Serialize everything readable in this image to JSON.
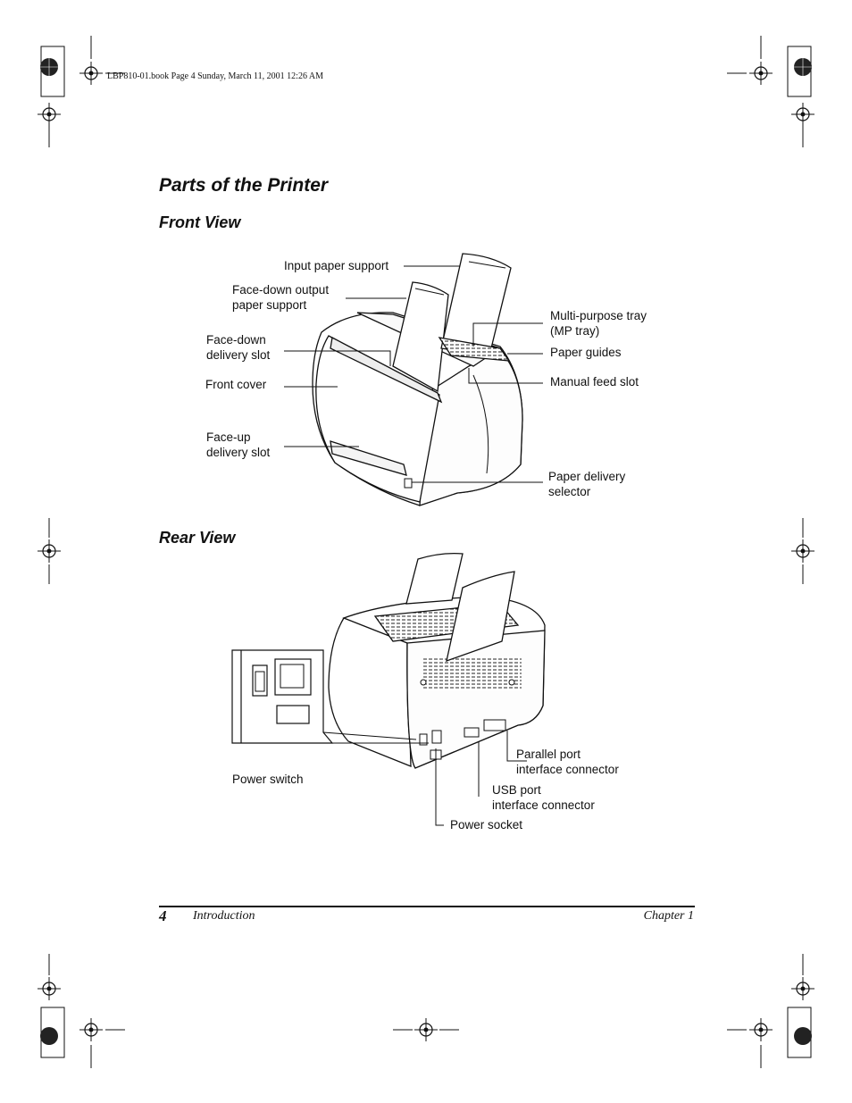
{
  "print_info": "LBP810-01.book  Page 4  Sunday, March 11, 2001  12:26 AM",
  "title": "Parts of the Printer",
  "front_view": {
    "heading": "Front View",
    "labels": {
      "input_paper_support": "Input paper support",
      "face_down_output_1": "Face-down output",
      "face_down_output_2": "paper support",
      "face_down_delivery_1": "Face-down",
      "face_down_delivery_2": "delivery slot",
      "front_cover": "Front cover",
      "face_up_delivery_1": "Face-up",
      "face_up_delivery_2": "delivery slot",
      "mp_tray_1": "Multi-purpose tray",
      "mp_tray_2": "(MP tray)",
      "paper_guides": "Paper guides",
      "manual_feed_slot": "Manual feed slot",
      "paper_delivery_1": "Paper delivery",
      "paper_delivery_2": "selector"
    }
  },
  "rear_view": {
    "heading": "Rear View",
    "labels": {
      "power_switch": "Power switch",
      "parallel_1": "Parallel port",
      "parallel_2": "interface connector",
      "usb_1": "USB port",
      "usb_2": "interface connector",
      "power_socket": "Power socket"
    }
  },
  "footer": {
    "page_number": "4",
    "section": "Introduction",
    "chapter": "Chapter 1"
  }
}
